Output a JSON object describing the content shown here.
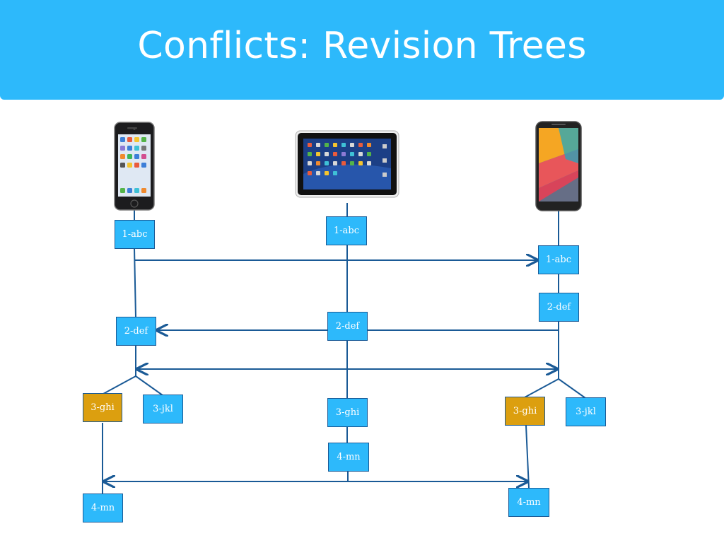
{
  "slide": {
    "title": "Conflicts: Revision Trees"
  },
  "colors": {
    "title_bar": "#2db9fb",
    "node_fill": "#2db9fb",
    "conflict_fill": "#dc9f0f",
    "line": "#1a5a96"
  },
  "devices": [
    {
      "name": "iphone",
      "icon": "smartphone-icon"
    },
    {
      "name": "tablet",
      "icon": "tablet-icon"
    },
    {
      "name": "android",
      "icon": "android-phone-icon"
    }
  ],
  "revisions": {
    "iphone": {
      "r1": "1-abc",
      "r2": "2-def",
      "r3a": "3-ghi",
      "r3b": "3-jkl",
      "r4": "4-mn"
    },
    "tablet": {
      "r1": "1-abc",
      "r2": "2-def",
      "r3": "3-ghi",
      "r4": "4-mn"
    },
    "android": {
      "r1": "1-abc",
      "r2": "2-def",
      "r3a": "3-ghi",
      "r3b": "3-jkl",
      "r4": "4-mn"
    }
  }
}
